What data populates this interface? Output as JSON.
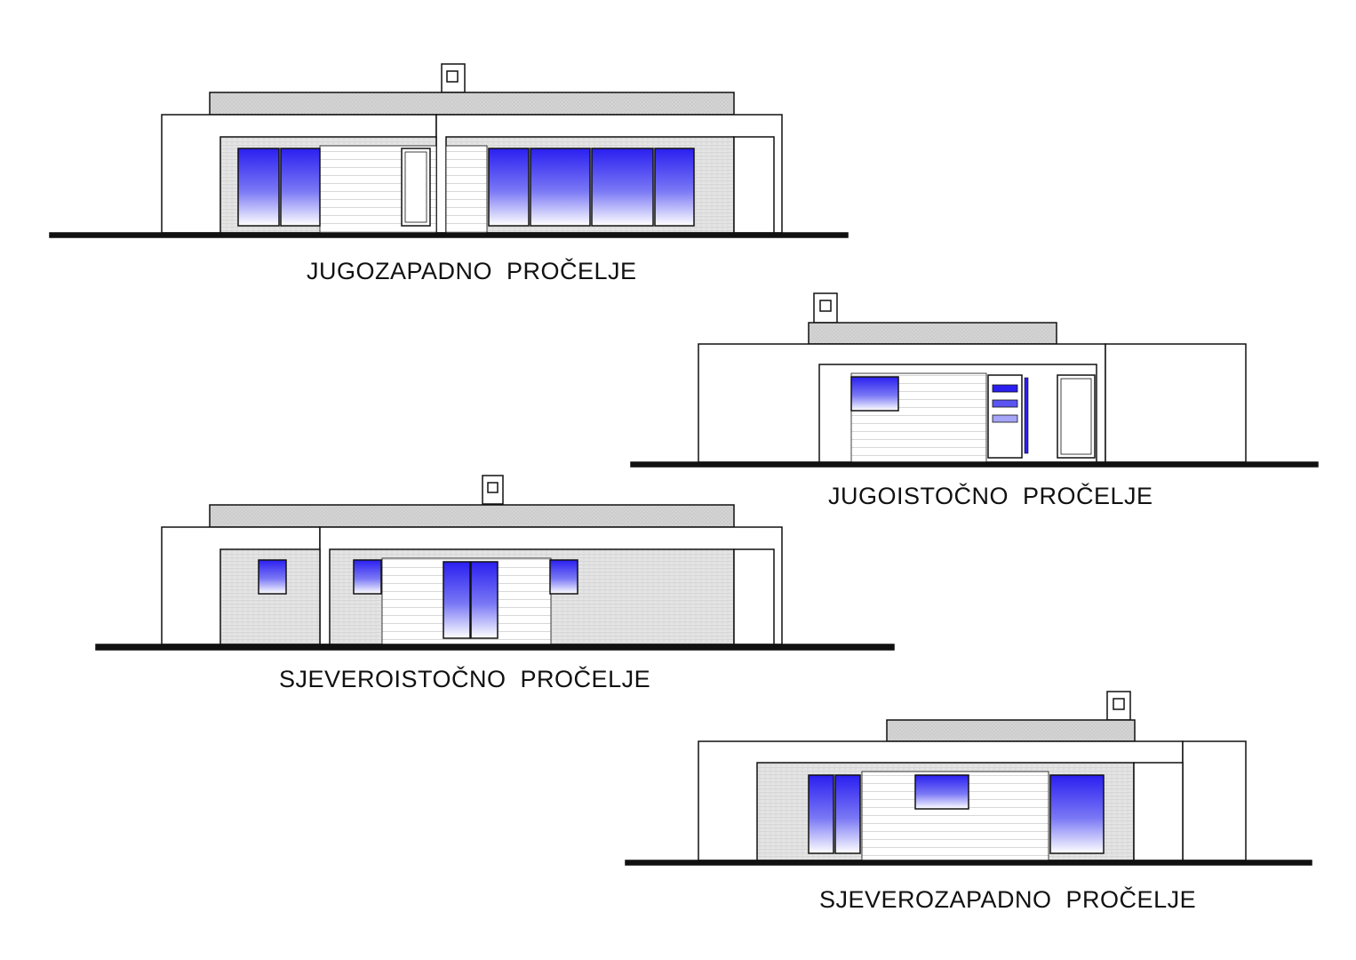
{
  "elevations": [
    {
      "id": "sw",
      "title": "JUGOZAPADNO  PROČELJE"
    },
    {
      "id": "se",
      "title": "JUGOISTOČNO  PROČELJE"
    },
    {
      "id": "ne",
      "title": "SJEVEROISTOČNO  PROČELJE"
    },
    {
      "id": "nw",
      "title": "SJEVEROZAPADNO  PROČELJE"
    }
  ],
  "colors": {
    "glass_top": "#2a1ff0",
    "glass_bottom": "#ffffff",
    "brick": "#e2e2e2",
    "roof": "#d2d2d2",
    "line": "#111111"
  }
}
